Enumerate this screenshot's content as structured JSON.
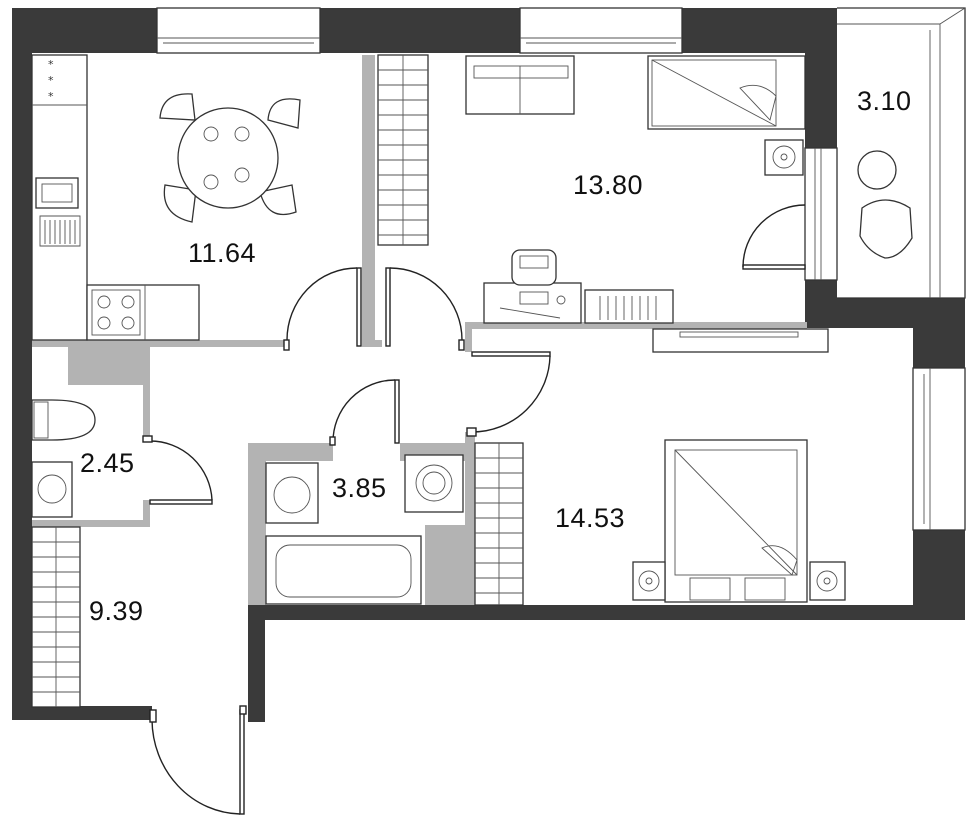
{
  "rooms": [
    {
      "id": "kitchen",
      "area": "11.64"
    },
    {
      "id": "living-room",
      "area": "13.80"
    },
    {
      "id": "balcony",
      "area": "3.10"
    },
    {
      "id": "wc",
      "area": "2.45"
    },
    {
      "id": "bathroom",
      "area": "3.85"
    },
    {
      "id": "bedroom",
      "area": "14.53"
    },
    {
      "id": "hallway",
      "area": "9.39"
    }
  ],
  "colors": {
    "wall": "#3a3a3a",
    "partition": "#b3b3b3",
    "line": "#333333"
  }
}
